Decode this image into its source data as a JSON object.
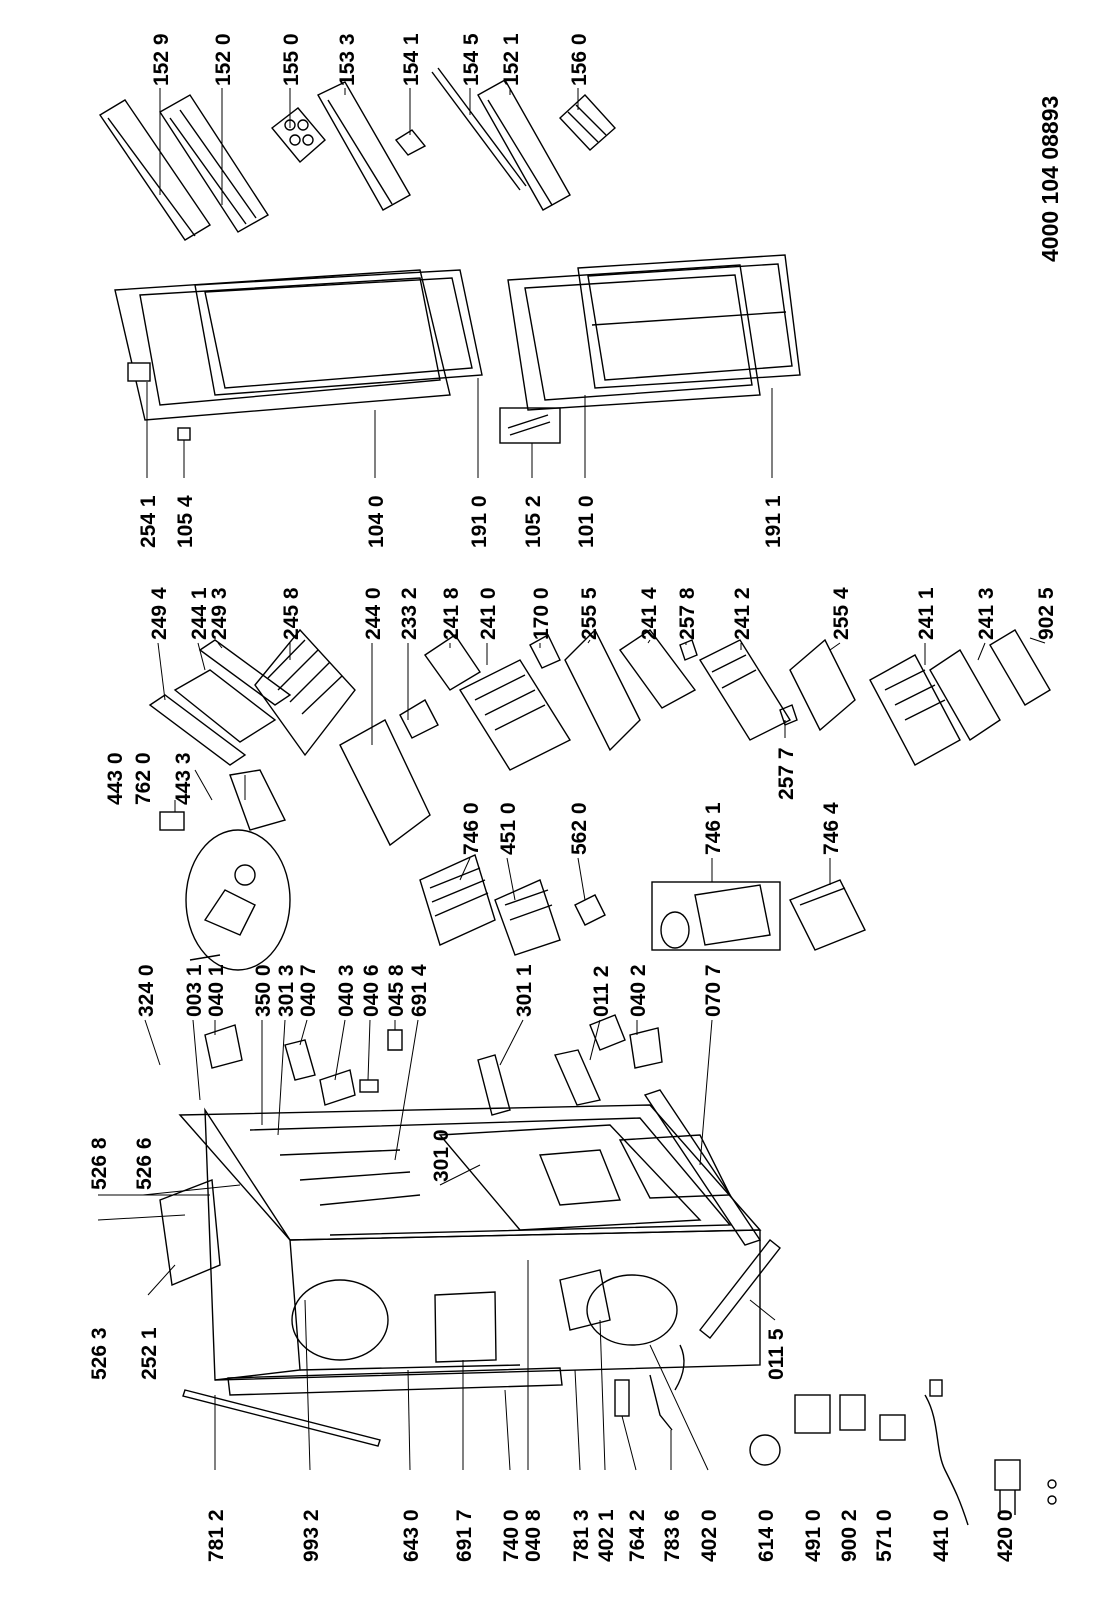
{
  "document_number": "4000 104 08893",
  "labels": [
    "152 9",
    "152 0",
    "155 0",
    "153 3",
    "154 1",
    "154 5",
    "152 1",
    "156 0",
    "254 1",
    "105 4",
    "104 0",
    "191 0",
    "105 2",
    "101 0",
    "191 1",
    "443 0",
    "762 0",
    "443 3",
    "249 4",
    "244 1",
    "249 3",
    "245 8",
    "244 0",
    "233 2",
    "241 8",
    "241 0",
    "170 0",
    "255 5",
    "241 4",
    "257 8",
    "241 2",
    "255 4",
    "241 1",
    "241 3",
    "902 5",
    "257 7",
    "746 0",
    "451 0",
    "562 0",
    "746 1",
    "746 4",
    "324 0",
    "003 1",
    "040 1",
    "350 0",
    "301 3",
    "040 7",
    "040 3",
    "040 6",
    "045 8",
    "691 4",
    "301 1",
    "011 2",
    "040 2",
    "070 7",
    "526 8",
    "526 6",
    "301 0",
    "526 3",
    "252 1",
    "011 5",
    "781 2",
    "993 2",
    "643 0",
    "691 7",
    "740 0",
    "040 8",
    "781 3",
    "402 1",
    "764 2",
    "783 6",
    "402 0",
    "614 0",
    "491 0",
    "900 2",
    "571 0",
    "441 0",
    "420 0"
  ]
}
